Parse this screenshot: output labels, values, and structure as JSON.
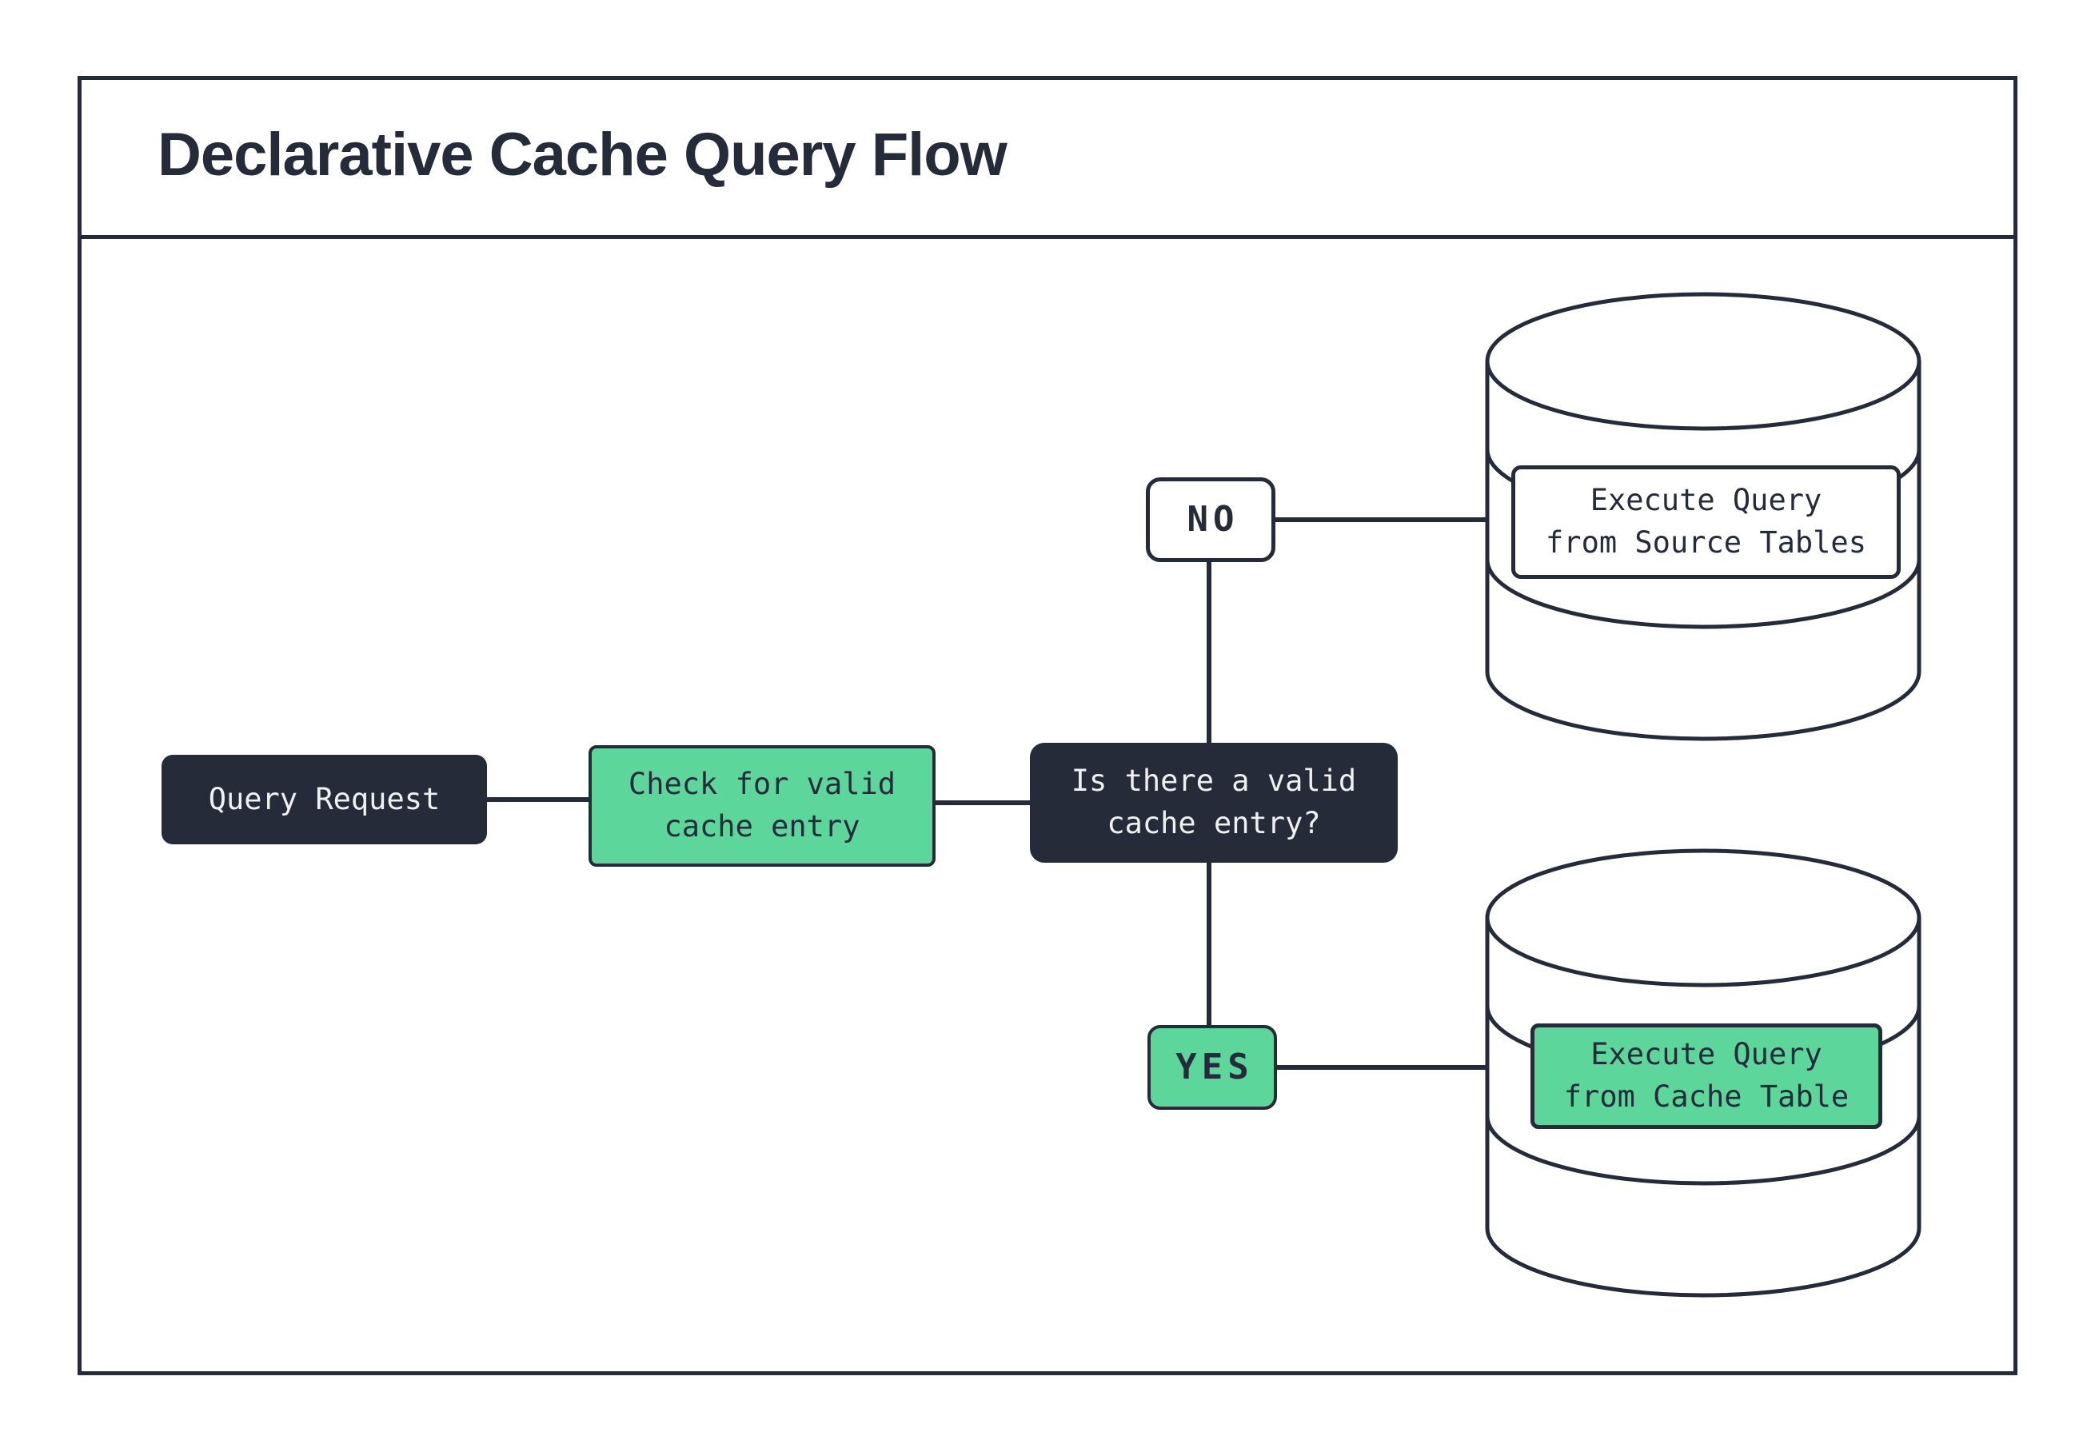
{
  "page": {
    "title": "Declarative Cache Query Flow"
  },
  "colors": {
    "dark": "#262b3a",
    "green": "#5dd69c",
    "light_text": "#eef0f2",
    "bg": "#ffffff"
  },
  "nodes": {
    "query_request": {
      "label": "Query Request"
    },
    "check_cache": {
      "label": "Check for valid\ncache entry"
    },
    "decision": {
      "label": "Is there a valid\ncache entry?"
    },
    "no_branch": {
      "label": "NO"
    },
    "yes_branch": {
      "label": "YES"
    },
    "execute_source": {
      "label": "Execute Query\nfrom Source Tables"
    },
    "execute_cache": {
      "label": "Execute Query\nfrom Cache Table"
    }
  },
  "edges": [
    {
      "from": "query_request",
      "to": "check_cache"
    },
    {
      "from": "check_cache",
      "to": "decision"
    },
    {
      "from": "decision",
      "to": "no_branch"
    },
    {
      "from": "decision",
      "to": "yes_branch"
    },
    {
      "from": "no_branch",
      "to": "execute_source"
    },
    {
      "from": "yes_branch",
      "to": "execute_cache"
    }
  ]
}
